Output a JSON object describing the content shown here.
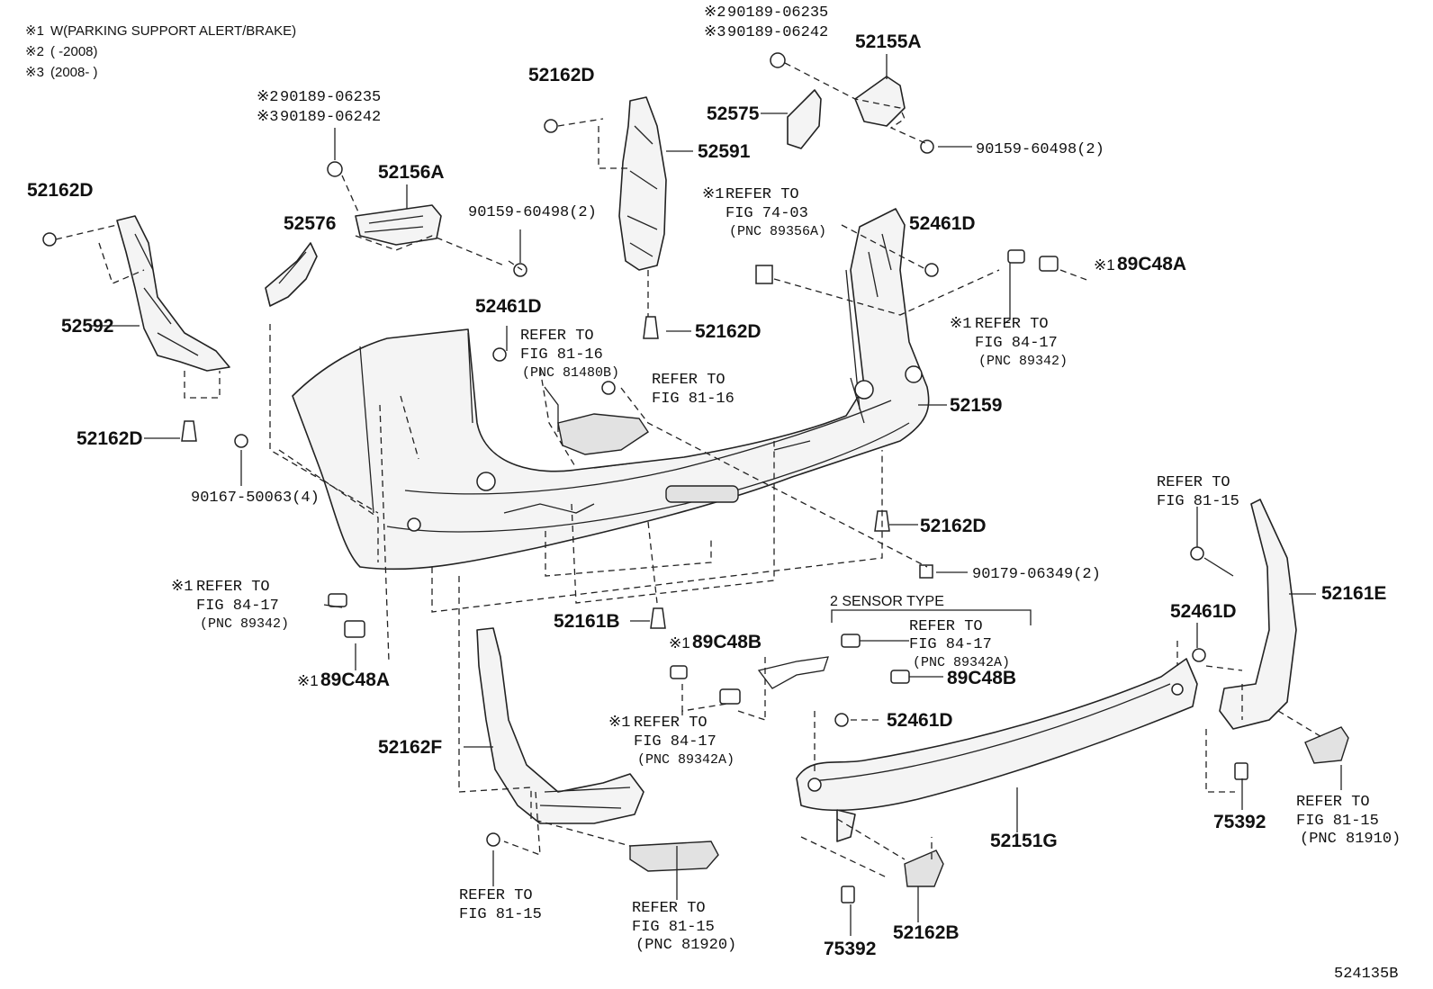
{
  "notes": [
    {
      "mark": "※1",
      "text": "W(PARKING SUPPORT ALERT/BRAKE)"
    },
    {
      "mark": "※2",
      "text": "(      -2008)"
    },
    {
      "mark": "※3",
      "text": "(2008-      )"
    }
  ],
  "figure_code": "524135B",
  "sensor_group": "2 SENSOR TYPE",
  "parts": {
    "p52155A": "52155A",
    "p52575": "52575",
    "p52591": "52591",
    "p52162D_top": "52162D",
    "p52156A": "52156A",
    "p52576": "52576",
    "p52592": "52592",
    "p52162D_left": "52162D",
    "p52162D_left_low": "52162D",
    "p52162D_mid": "52162D",
    "p52162D_right": "52162D",
    "p52461D_mid": "52461D",
    "p52461D_right": "52461D",
    "p52461D_low": "52461D",
    "p52461D_lowright": "52461D",
    "p52159": "52159",
    "p52161B": "52161B",
    "p52161E": "52161E",
    "p52162F": "52162F",
    "p52151G": "52151G",
    "p52162B": "52162B",
    "p75392_a": "75392",
    "p75392_b": "75392",
    "p89C48A_right": "89C48A",
    "p89C48A_left": "89C48A",
    "p89C48B_mid": "89C48B",
    "p89C48B_right": "89C48B",
    "b90159_top": "90159-60498(2)",
    "b90159_mid": "90159-60498(2)",
    "b90167": "90167-50063(4)",
    "b90179": "90179-06349(2)",
    "n2a_top": "90189-06235",
    "n3a_top": "90189-06242",
    "n2a_left": "90189-06235",
    "n3a_left": "90189-06242"
  },
  "refs": {
    "r7403": {
      "mark": "※1",
      "l1": "REFER TO",
      "l2": "FIG 74-03",
      "l3": "(PNC 89356A)"
    },
    "r8417_right": {
      "mark": "※1",
      "l1": "REFER TO",
      "l2": "FIG 84-17",
      "l3": "(PNC 89342)"
    },
    "r8116_a": {
      "l1": "REFER TO",
      "l2": "FIG 81-16",
      "l3": "(PNC 81480B)"
    },
    "r8116_b": {
      "l1": "REFER TO",
      "l2": "FIG 81-16"
    },
    "r8417_left": {
      "mark": "※1",
      "l1": "REFER TO",
      "l2": "FIG 84-17",
      "l3": "(PNC 89342)"
    },
    "r8417_mid": {
      "mark": "※1",
      "l1": "REFER TO",
      "l2": "FIG 84-17",
      "l3": "(PNC 89342A)"
    },
    "r8417_sensor": {
      "l1": "REFER TO",
      "l2": "FIG 84-17",
      "l3": "(PNC 89342A)"
    },
    "r8115_topright": {
      "l1": "REFER TO",
      "l2": "FIG 81-15"
    },
    "r8115_botleft": {
      "l1": "REFER TO",
      "l2": "FIG 81-15"
    },
    "r8115_81920": {
      "l1": "REFER TO",
      "l2": "FIG 81-15",
      "l3": "(PNC 81920)"
    },
    "r8115_81910": {
      "l1": "REFER TO",
      "l2": "FIG 81-15",
      "l3": "(PNC 81910)"
    }
  },
  "marks": {
    "m1": "※1",
    "m2": "※2",
    "m3": "※3"
  }
}
